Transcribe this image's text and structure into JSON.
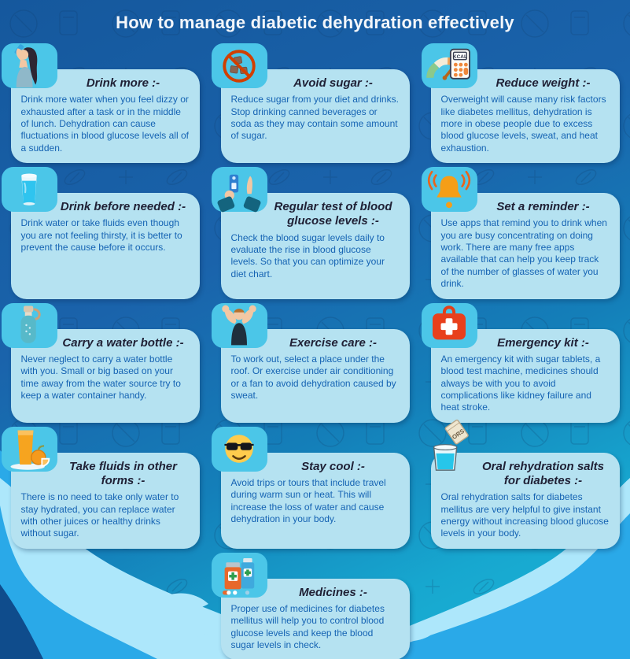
{
  "page_title": "How to manage diabetic dehydration effectively",
  "colors": {
    "background_top": "#15589d",
    "background_bottom": "#1db8da",
    "card_background": "#b5e2f1",
    "icon_tile_background": "#4bc6e8",
    "card_title_text": "#202136",
    "card_body_text": "#1563b3",
    "header_text": "#f3f6fa",
    "wave_light": "#ade7fb",
    "wave_bright": "#2aa9e8"
  },
  "icon_labels": {
    "kcal": "KCAL",
    "ors": "ORS"
  },
  "cards": [
    {
      "icon": "woman-drinking-icon",
      "title": "Drink more :-",
      "body": "Drink more water when you feel dizzy or exhausted after a task or in the middle of lunch. Dehydration can cause fluctuations in blood glucose levels all of a sudden."
    },
    {
      "icon": "no-sugar-icon",
      "title": "Avoid sugar :-",
      "body": "Reduce sugar from your diet and drinks. Stop drinking canned beverages or soda as they may contain some amount of sugar."
    },
    {
      "icon": "calorie-gauge-icon",
      "title": "Reduce weight :-",
      "body": "Overweight will cause many risk factors like diabetes mellitus, dehydration is more in obese people due to excess blood glucose levels, sweat, and heat exhaustion."
    },
    {
      "icon": "water-glass-icon",
      "title": "Drink before needed :-",
      "body": "Drink water or take fluids even though you are not feeling thirsty, it is better to prevent the cause before it occurs."
    },
    {
      "icon": "glucose-meter-icon",
      "title": "Regular test of blood glucose levels :-",
      "body": "Check the blood sugar levels daily to evaluate the rise in blood glucose levels. So that you can optimize your diet chart."
    },
    {
      "icon": "reminder-bell-icon",
      "title": "Set a reminder :-",
      "body": "Use apps that remind you to drink when you are busy concentrating on doing work. There are many free apps available that can help you keep track of the number of glasses of water you drink."
    },
    {
      "icon": "water-bottle-icon",
      "title": "Carry a water bottle :-",
      "body": "Never neglect to carry a water bottle with you. Small or big based on your time away from the water source try to keep a water container handy."
    },
    {
      "icon": "flexing-muscles-icon",
      "title": "Exercise care :-",
      "body": "To work out, select a place under the roof. Or exercise under air conditioning or a fan to avoid dehydration caused by sweat."
    },
    {
      "icon": "first-aid-kit-icon",
      "title": "Emergency kit :-",
      "body": "An emergency kit with sugar tablets, a blood test machine, medicines should always be with you to avoid complications like kidney failure and heat stroke."
    },
    {
      "icon": "orange-juice-icon",
      "title": "Take fluids in other forms :-",
      "body": "There is no need to take only water to stay hydrated, you can replace water with other juices or healthy drinks without sugar."
    },
    {
      "icon": "cool-emoji-icon",
      "title": "Stay cool :-",
      "body": "Avoid trips or tours that include travel during warm sun or heat. This will increase the loss of water and cause dehydration in your body."
    },
    {
      "icon": "ors-glass-icon",
      "title": "Oral rehydration salts for diabetes :-",
      "body": "Oral rehydration salts for diabetes mellitus are very helpful to give instant energy without increasing blood glucose levels in your body."
    },
    {
      "icon": "medicine-bottles-icon",
      "title": "Medicines :-",
      "body": "Proper use of medicines for diabetes mellitus will help you to control blood glucose levels and keep the blood sugar levels in check."
    }
  ]
}
